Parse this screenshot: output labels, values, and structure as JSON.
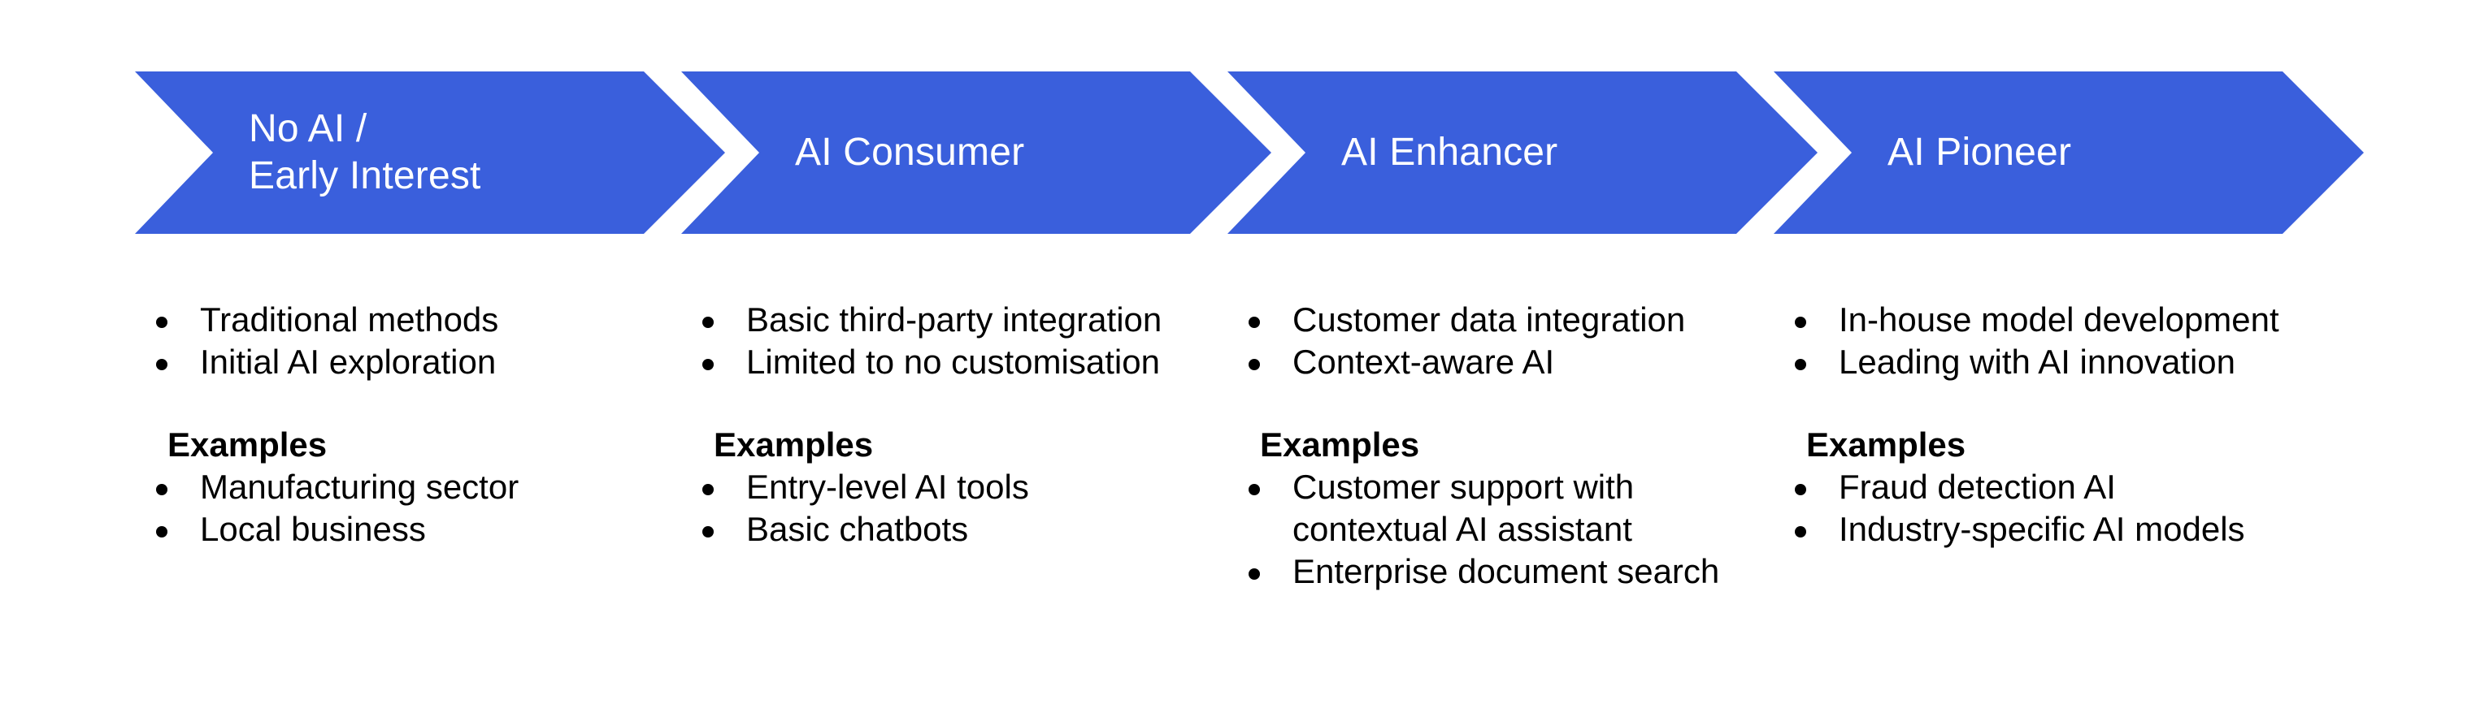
{
  "colors": {
    "chevron_fill": "#3a5fdc",
    "chevron_text": "#ffffff",
    "body_text": "#000000"
  },
  "stages": [
    {
      "title_lines": [
        "No AI /",
        "Early Interest"
      ],
      "traits": [
        "Traditional methods",
        "Initial AI exploration"
      ],
      "examples_label": "Examples",
      "examples": [
        [
          "Manufacturing sector"
        ],
        [
          "Local business"
        ]
      ]
    },
    {
      "title_lines": [
        "AI Consumer"
      ],
      "traits": [
        "Basic third-party integration",
        "Limited to no customisation"
      ],
      "examples_label": "Examples",
      "examples": [
        [
          "Entry-level AI tools"
        ],
        [
          "Basic chatbots"
        ]
      ]
    },
    {
      "title_lines": [
        "AI Enhancer"
      ],
      "traits": [
        "Customer data integration",
        "Context-aware AI"
      ],
      "examples_label": "Examples",
      "examples": [
        [
          "Customer support with",
          "contextual AI assistant"
        ],
        [
          "Enterprise document search"
        ]
      ]
    },
    {
      "title_lines": [
        "AI Pioneer"
      ],
      "traits": [
        "In-house model development",
        "Leading with AI innovation"
      ],
      "examples_label": "Examples",
      "examples": [
        [
          "Fraud detection AI"
        ],
        [
          "Industry-specific AI models"
        ]
      ]
    }
  ]
}
